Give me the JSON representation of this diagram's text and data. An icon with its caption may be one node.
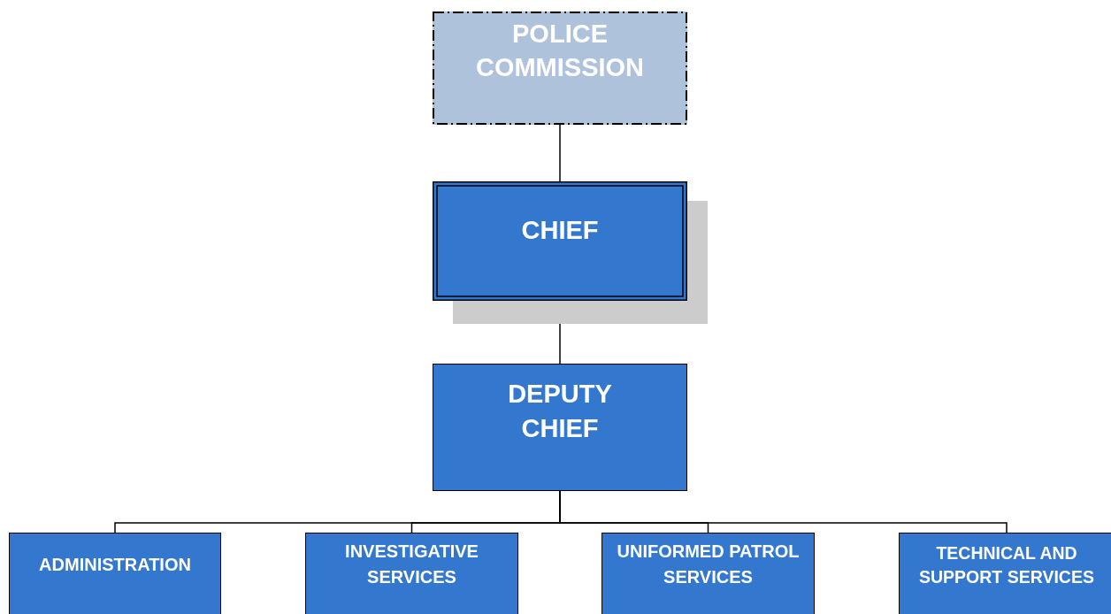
{
  "diagram": {
    "nodes": [
      {
        "text": [
          "POLICE COMMISSION"
        ]
      },
      {
        "text": [
          "CHIEF"
        ]
      },
      {
        "text": [
          "DEPUTY CHIEF"
        ]
      },
      {
        "text": [
          "ADMINISTRATION"
        ]
      },
      {
        "text": [
          "INVESTIGATIVE SERVICES"
        ]
      },
      {
        "text": [
          "UNIFORMED PATROL SERVICES"
        ]
      },
      {
        "text": [
          "TECHNICAL AND SUPPORT SERVICES"
        ]
      }
    ],
    "edges": [
      {
        "from": 0,
        "to": 1,
        "arrow": "none"
      },
      {
        "from": 1,
        "to": 2,
        "arrow": "none"
      },
      {
        "from": 2,
        "to": 3,
        "arrow": "none"
      },
      {
        "from": 2,
        "to": 4,
        "arrow": "none"
      },
      {
        "from": 2,
        "to": 5,
        "arrow": "none"
      },
      {
        "from": 2,
        "to": 6,
        "arrow": "none"
      }
    ]
  }
}
